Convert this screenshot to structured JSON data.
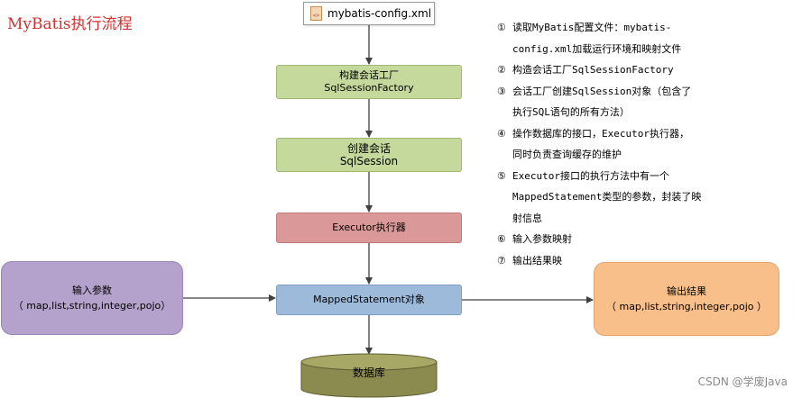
{
  "title": "MyBatis执行流程",
  "nodes": {
    "config_file": "mybatis-config.xml",
    "factory": [
      "构建会话工厂",
      "SqlSessionFactory"
    ],
    "session": [
      "创建会话",
      "SqlSession"
    ],
    "executor": "Executor执行器",
    "mapped": "MappedStatement对象",
    "input": [
      "输入参数",
      "（ map,list,string,integer,pojo）"
    ],
    "output": [
      "输出结果",
      "（ map,list,string,integer,pojo ）"
    ],
    "database": "数据库"
  },
  "steps": [
    {
      "num": "①",
      "lines": [
        "读取MyBatis配置文件：mybatis-",
        "config.xml加载运行环境和映射文件"
      ]
    },
    {
      "num": "②",
      "lines": [
        "构造会话工厂SqlSessionFactory"
      ]
    },
    {
      "num": "③",
      "lines": [
        "会话工厂创建SqlSession对象（包含了",
        "执行SQL语句的所有方法）"
      ]
    },
    {
      "num": "④",
      "lines": [
        "操作数据库的接口，Executor执行器，",
        "同时负责查询缓存的维护"
      ]
    },
    {
      "num": "⑤",
      "lines": [
        "Executor接口的执行方法中有一个",
        "MappedStatement类型的参数，封装了映",
        "射信息"
      ]
    },
    {
      "num": "⑥",
      "lines": [
        "输入参数映射"
      ]
    },
    {
      "num": "⑦",
      "lines": [
        "输出结果映"
      ]
    }
  ],
  "watermark": "CSDN @学废Java",
  "colors": {
    "title": "#d23030",
    "green_box": "#c5d99c",
    "executor_box": "#da9898",
    "mapped_box": "#9ebadb",
    "input_box": "#b4a1cc",
    "output_box": "#f9bf8a",
    "database": "#8b8a4f"
  },
  "icons": {
    "config_file": "xml-file-icon"
  }
}
